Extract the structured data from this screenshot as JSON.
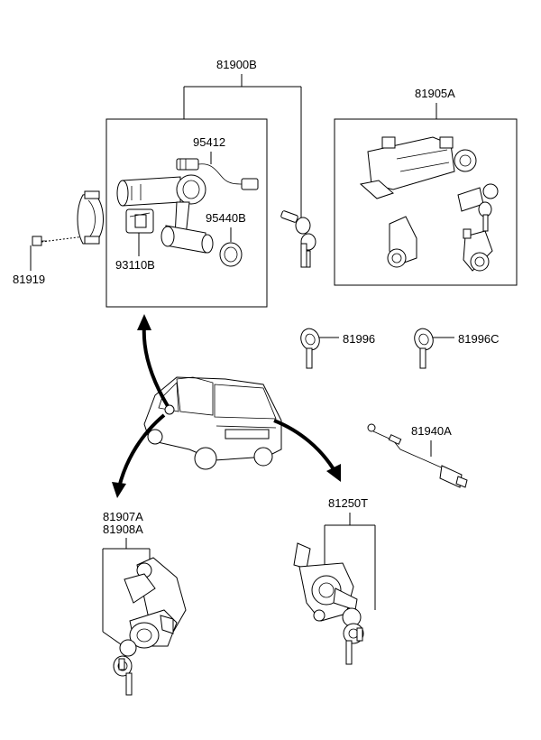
{
  "labels": {
    "lock_set": "81900B",
    "steering_lock": "81905A",
    "immobilizer": "95412",
    "ring": "95440B",
    "cylinder": "93110B",
    "bolt": "81919",
    "blank_key_1": "81996",
    "blank_key_2": "81996C",
    "cable": "81940A",
    "door_lock_1": "81907A",
    "door_lock_2": "81908A",
    "tailgate_lock": "81250T"
  }
}
